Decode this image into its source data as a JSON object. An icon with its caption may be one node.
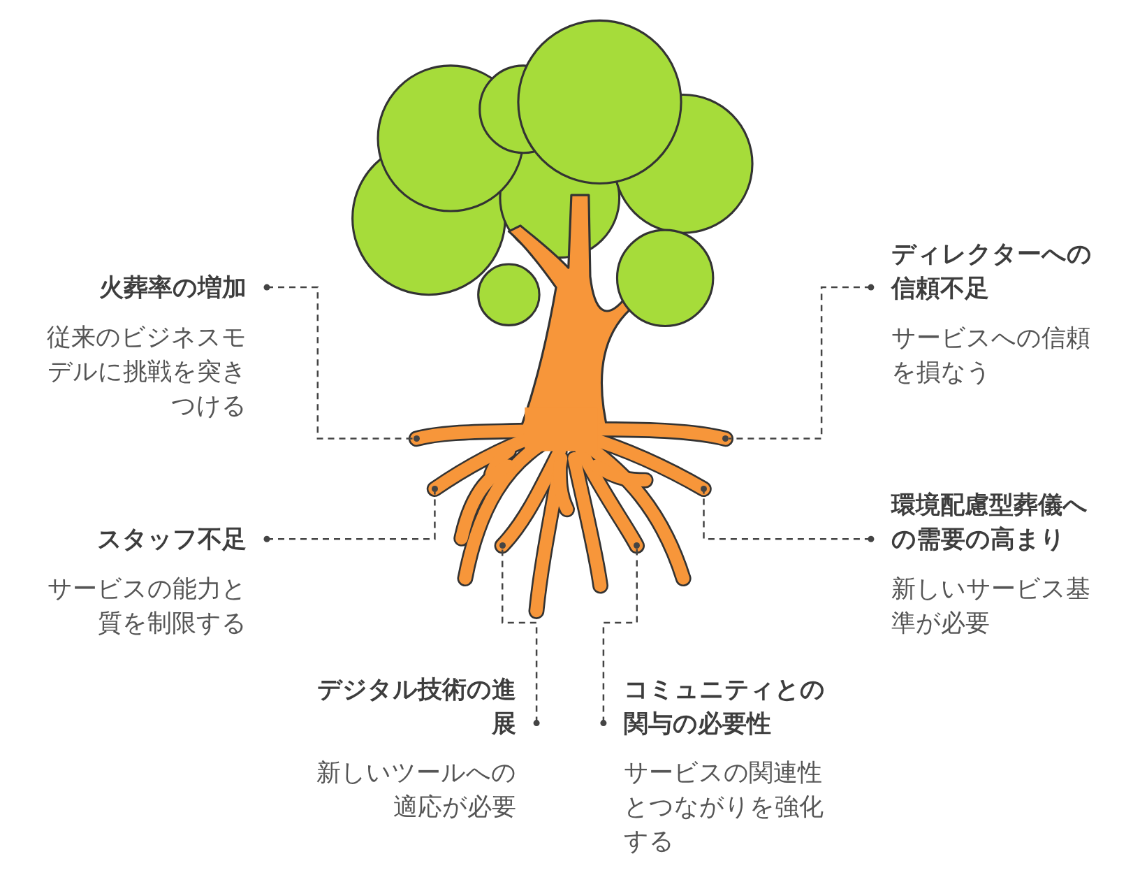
{
  "diagram": {
    "nodes": [
      {
        "text": [],
        "shape": "picture"
      },
      {
        "text": [],
        "shape": "circle",
        "in": 0
      },
      {
        "text": [],
        "shape": "circle",
        "in": 0
      },
      {
        "text": [],
        "shape": "circle",
        "in": 0
      },
      {
        "text": [],
        "shape": "circle",
        "in": 0
      },
      {
        "text": [],
        "shape": "circle",
        "in": 0
      },
      {
        "text": [],
        "shape": "circle",
        "in": 0
      },
      {
        "text": [
          "火葬率の増加",
          "従来のビジネスモデルに挑戦を突きつける"
        ]
      },
      {
        "text": [
          "ディレクターへの信頼不足",
          "サービスへの信頼を損なう"
        ]
      },
      {
        "text": [
          "スタッフ不足",
          "サービスの能力と質を制限する"
        ]
      },
      {
        "text": [
          "環境配慮型葬儀への需要の高まり",
          "新しいサービス基準が必要"
        ]
      },
      {
        "text": [
          "デジタル技術の進展",
          "新しいツールへの適応が必要"
        ]
      },
      {
        "text": [
          "コミュニティとの関与の必要性",
          "サービスの関連性とつながりを強化する"
        ]
      }
    ],
    "edges": [
      {
        "from": 7,
        "to": 1,
        "arrow": "other"
      },
      {
        "from": 8,
        "to": 6,
        "arrow": "other"
      },
      {
        "from": 9,
        "to": 2,
        "arrow": "other"
      },
      {
        "from": 10,
        "to": 5,
        "arrow": "other"
      },
      {
        "from": 11,
        "to": 3,
        "arrow": "other"
      },
      {
        "from": 12,
        "to": 4,
        "arrow": "other"
      }
    ]
  }
}
